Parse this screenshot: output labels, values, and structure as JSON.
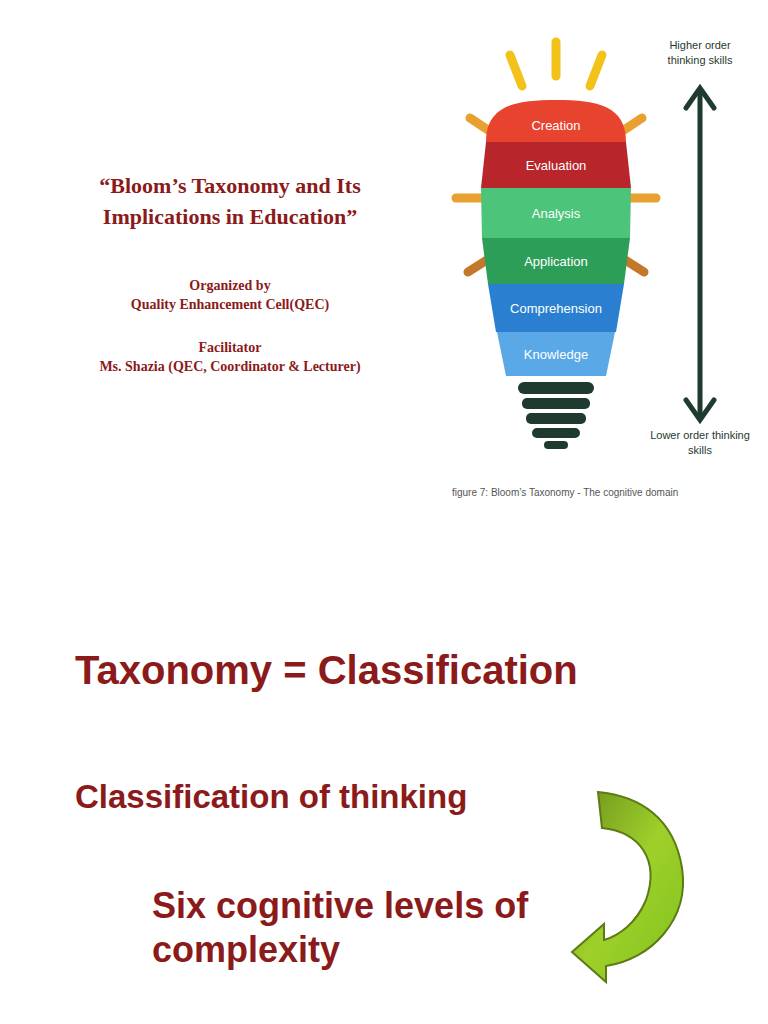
{
  "diagram": {
    "title": "“Bloom’s Taxonomy and Its Implications in Education”",
    "caption": "figure 7: Bloom’s Taxonomy - The cognitive domain",
    "nodes": [
      {
        "text": [
          "Creation"
        ]
      },
      {
        "text": [
          "Evaluation"
        ]
      },
      {
        "text": [
          "Analysis"
        ]
      },
      {
        "text": [
          "Application"
        ]
      },
      {
        "text": [
          "Comprehension"
        ]
      },
      {
        "text": [
          "Knowledge"
        ]
      }
    ],
    "labels": [
      "Organized by",
      "Quality Enhancement Cell(QEC)",
      "Facilitator",
      "Ms. Shazia (QEC, Coordinator & Lecturer)",
      "Higher order thinking skills",
      "Lower order thinking skills",
      "Taxonomy = Classification",
      "Classification of thinking",
      "Six cognitive levels of complexity"
    ]
  }
}
